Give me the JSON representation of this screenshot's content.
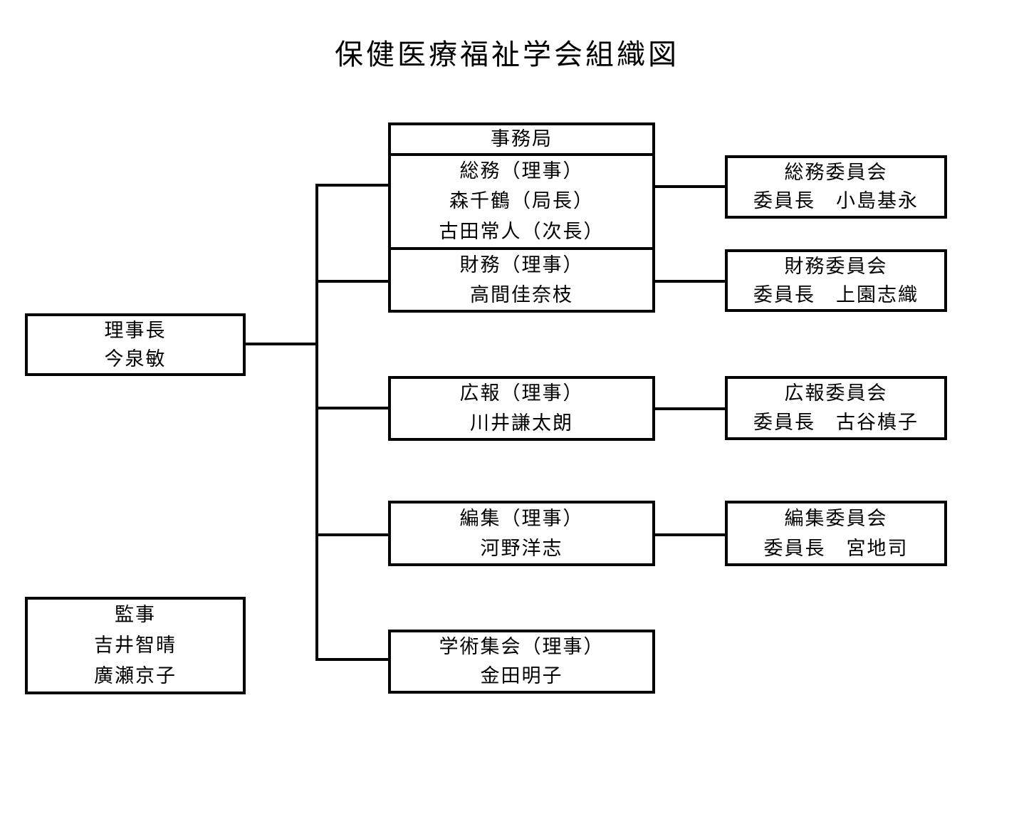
{
  "title": "保健医療福祉学会組織図",
  "colors": {
    "line": "#000000",
    "text": "#000000",
    "background": "#ffffff"
  },
  "boxes": {
    "secretariat_header": {
      "label": "事務局"
    },
    "general_affairs": {
      "lines": [
        "総務（理事）",
        "森千鶴（局長）",
        "古田常人（次長）"
      ]
    },
    "finance": {
      "lines": [
        "財務（理事）",
        "高間佳奈枝"
      ]
    },
    "public_relations": {
      "lines": [
        "広報（理事）",
        "川井謙太朗"
      ]
    },
    "editorial": {
      "lines": [
        "編集（理事）",
        "河野洋志"
      ]
    },
    "academic_meeting": {
      "lines": [
        "学術集会（理事）",
        "金田明子"
      ]
    },
    "chairman": {
      "lines": [
        "理事長",
        "今泉敏"
      ]
    },
    "auditor": {
      "lines": [
        "監事",
        "吉井智晴",
        "廣瀬京子"
      ]
    },
    "general_affairs_committee": {
      "lines": [
        "総務委員会",
        "委員長　小島基永"
      ]
    },
    "finance_committee": {
      "lines": [
        "財務委員会",
        "委員長　上園志織"
      ]
    },
    "pr_committee": {
      "lines": [
        "広報委員会",
        "委員長　古谷槙子"
      ]
    },
    "editorial_committee": {
      "lines": [
        "編集委員会",
        "委員長　宮地司"
      ]
    }
  }
}
